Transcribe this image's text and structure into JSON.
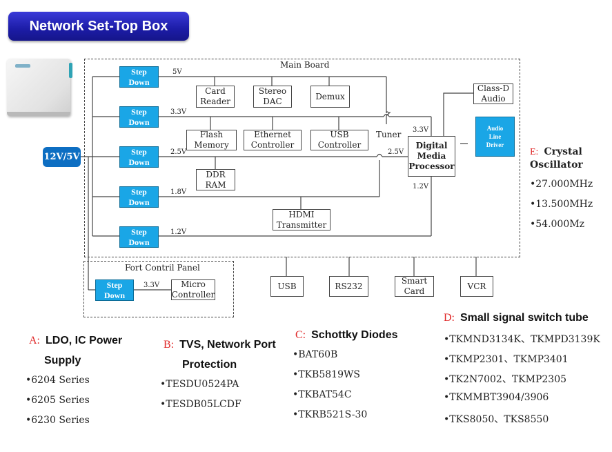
{
  "title": "Network Set-Top Box",
  "input_badge": "12V/5V",
  "main_board": {
    "label": "Main Board",
    "step_downs": [
      {
        "label": "Step\nDown",
        "voltage": "5V"
      },
      {
        "label": "Step\nDown",
        "voltage": "3.3V"
      },
      {
        "label": "Step\nDown",
        "voltage": "2.5V"
      },
      {
        "label": "Step\nDown",
        "voltage": "1.8V"
      },
      {
        "label": "Step\nDown",
        "voltage": "1.2V"
      }
    ],
    "blocks": {
      "card_reader": "Card\nReader",
      "stereo_dac": "Stereo\nDAC",
      "demux": "Demux",
      "flash_memory": "Flash\nMemory",
      "ethernet_controller": "Ethernet\nController",
      "usb_controller": "USB\nController",
      "ddr_ram": "DDR\nRAM",
      "hdmi_transmitter": "HDMI\nTransmitter",
      "tuner": "Tuner",
      "digital_media_processor": "Digital\nMedia\nProcessor",
      "class_d_audio": "Class-D\nAudio",
      "audio_line_driver": "Audio\nLine\nDriver"
    },
    "dmp_voltages": {
      "top": "3.3V",
      "left": "2.5V",
      "bottom": "1.2V"
    }
  },
  "front_panel": {
    "label": "Fort Contril Panel",
    "step_down": "Step\nDown",
    "voltage": "3.3V",
    "micro_controller": "Micro\nController"
  },
  "external_ports": [
    "USB",
    "RS232",
    "Smart\nCard",
    "VCR"
  ],
  "sections": {
    "A": {
      "key": "A:",
      "title_line1": "LDO, IC Power",
      "title_line2": "Supply",
      "items": [
        "•6204 Series",
        "•6205 Series",
        "•6230 Series"
      ]
    },
    "B": {
      "key": "B:",
      "title_line1": "TVS, Network Port",
      "title_line2": "Protection",
      "items": [
        "•TESDU0524PA",
        "•TESDB05LCDF"
      ]
    },
    "C": {
      "key": "C:",
      "title_line1": "Schottky Diodes",
      "items": [
        "•BAT60B",
        "•TKB5819WS",
        "•TKBAT54C",
        "•TKRB521S-30"
      ]
    },
    "D": {
      "key": "D:",
      "title_line1": "Small signal switch tube",
      "items": [
        "•TKMND3134K、TKMPD3139K",
        "•TKMP2301、TKMP3401",
        "•TK2N7002、TKMP2305",
        "•TKMMBT3904/3906",
        "•TKS8050、TKS8550"
      ]
    },
    "E": {
      "key": "E:",
      "title_line1": "Crystal",
      "title_line2": "Oscillator",
      "items": [
        "•27.000MHz",
        "•13.500MHz",
        "•54.000Mz"
      ]
    }
  },
  "colors": {
    "title_banner": "#1c1ca6",
    "step_down": "#1aa6e6",
    "input_badge": "#0d6ec2",
    "section_key": "#e02a2a"
  }
}
